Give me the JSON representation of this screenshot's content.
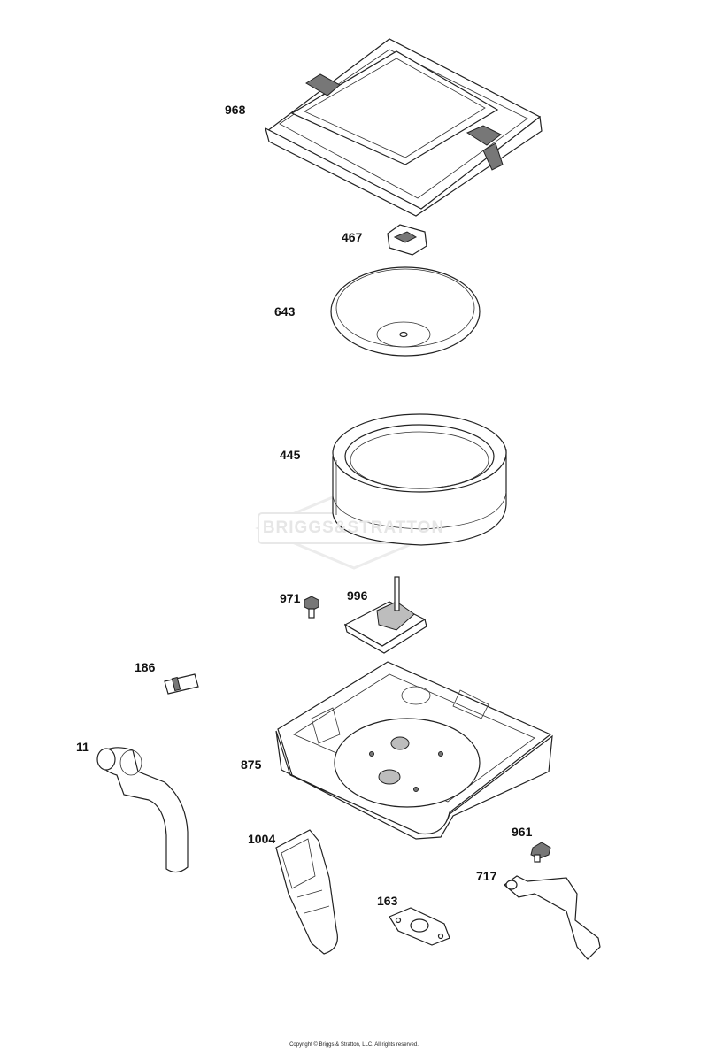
{
  "parts": [
    {
      "number": "968",
      "icon": "air-cleaner-cover-icon"
    },
    {
      "number": "467",
      "icon": "cover-knob-icon"
    },
    {
      "number": "643",
      "icon": "pre-cleaner-plate-icon"
    },
    {
      "number": "445",
      "icon": "air-filter-cartridge-icon"
    },
    {
      "number": "971",
      "icon": "screw-icon"
    },
    {
      "number": "996",
      "icon": "bracket-plate-icon"
    },
    {
      "number": "186",
      "icon": "fitting-icon"
    },
    {
      "number": "11",
      "icon": "breather-tube-icon"
    },
    {
      "number": "875",
      "icon": "air-cleaner-base-icon"
    },
    {
      "number": "1004",
      "icon": "intake-duct-icon"
    },
    {
      "number": "961",
      "icon": "screw-icon"
    },
    {
      "number": "717",
      "icon": "support-bracket-icon"
    },
    {
      "number": "163",
      "icon": "gasket-icon"
    }
  ],
  "watermark": "BRIGGS&STRATTON",
  "copyright": "Copyright © Briggs & Stratton, LLC. All rights reserved."
}
